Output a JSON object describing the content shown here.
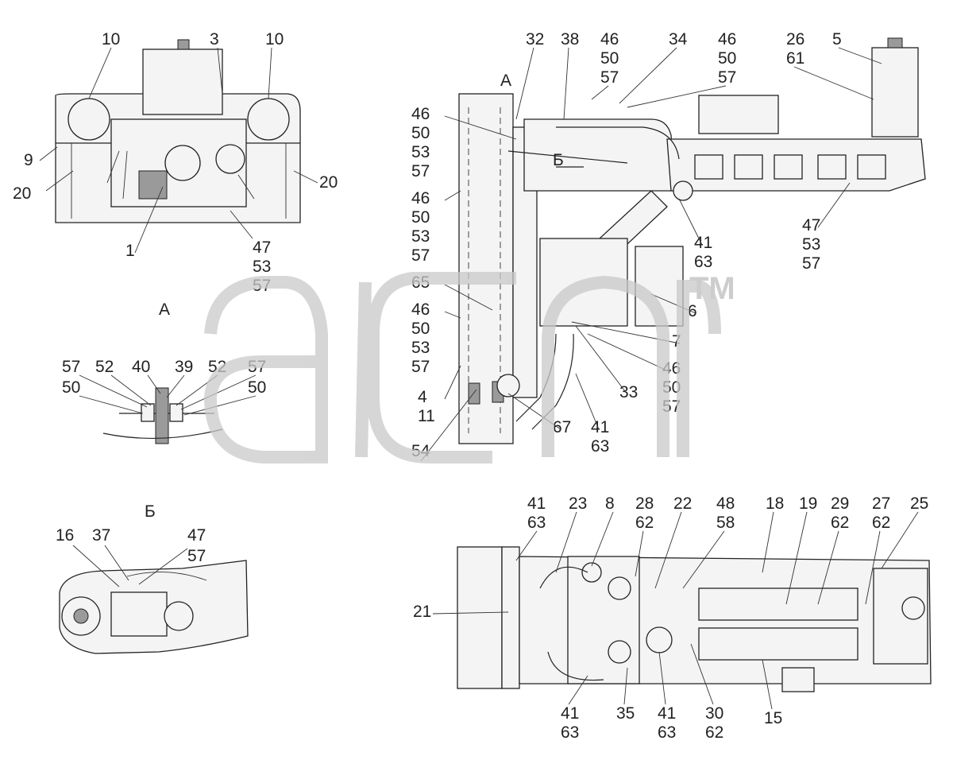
{
  "diagram": {
    "watermark_tm": "TM",
    "views": {
      "view_a_label": "А",
      "view_b_label": "Б",
      "arrow_a_label": "А",
      "arrow_b_label": "Б"
    },
    "callouts_front": [
      {
        "id": "f10a",
        "text": "10"
      },
      {
        "id": "f3",
        "text": "3"
      },
      {
        "id": "f10b",
        "text": "10"
      },
      {
        "id": "f9",
        "text": "9"
      },
      {
        "id": "f20a",
        "text": "20"
      },
      {
        "id": "f20b",
        "text": "20"
      },
      {
        "id": "f1",
        "text": "1"
      }
    ],
    "callouts_front_stack": [
      "47",
      "53",
      "57"
    ],
    "callouts_a_row1": [
      "57",
      "52",
      "40",
      "39",
      "52",
      "57"
    ],
    "callouts_a_row2": [
      "50",
      "50"
    ],
    "callouts_b": [
      "16",
      "37"
    ],
    "callouts_b_stack": [
      "47",
      "57"
    ],
    "callouts_side_top": [
      "32",
      "38",
      "34"
    ],
    "callouts_side_stack_46a": [
      "46",
      "50",
      "57"
    ],
    "callouts_side_stack_46b": [
      "46",
      "50",
      "57"
    ],
    "callouts_side_stack_26": [
      "26",
      "61"
    ],
    "callouts_side_5": "5",
    "callouts_side_left_1": [
      "46",
      "50",
      "53",
      "57"
    ],
    "callouts_side_left_2": [
      "46",
      "50",
      "53",
      "57"
    ],
    "callouts_side_left_3": [
      "46",
      "50",
      "53",
      "57"
    ],
    "callouts_side_65": "65",
    "callouts_side_4_11": [
      "4",
      "11"
    ],
    "callouts_side_54": "54",
    "callouts_side_67": "67",
    "callouts_side_41_63_low": [
      "41",
      "63"
    ],
    "callouts_side_33": "33",
    "callouts_side_46_50_57_low": [
      "46",
      "50",
      "57"
    ],
    "callouts_side_7": "7",
    "callouts_side_6": "6",
    "callouts_side_41_63_mid": [
      "41",
      "63"
    ],
    "callouts_side_47_53_57": [
      "47",
      "53",
      "57"
    ],
    "callouts_bottom_top": [
      {
        "id": "b41",
        "stack": [
          "41",
          "63"
        ]
      },
      {
        "id": "b23",
        "text": "23"
      },
      {
        "id": "b8",
        "text": "8"
      },
      {
        "id": "b28",
        "stack": [
          "28",
          "62"
        ]
      },
      {
        "id": "b22",
        "text": "22"
      },
      {
        "id": "b48",
        "stack": [
          "48",
          "58"
        ]
      },
      {
        "id": "b18",
        "text": "18"
      },
      {
        "id": "b19",
        "text": "19"
      },
      {
        "id": "b29",
        "stack": [
          "29",
          "62"
        ]
      },
      {
        "id": "b27",
        "stack": [
          "27",
          "62"
        ]
      },
      {
        "id": "b25",
        "text": "25"
      }
    ],
    "callouts_bottom_21": "21",
    "callouts_bottom_low": [
      {
        "id": "bl41a",
        "stack": [
          "41",
          "63"
        ]
      },
      {
        "id": "bl35",
        "text": "35"
      },
      {
        "id": "bl41b",
        "stack": [
          "41",
          "63"
        ]
      },
      {
        "id": "bl30",
        "stack": [
          "30",
          "62"
        ]
      },
      {
        "id": "bl15",
        "text": "15"
      }
    ]
  }
}
